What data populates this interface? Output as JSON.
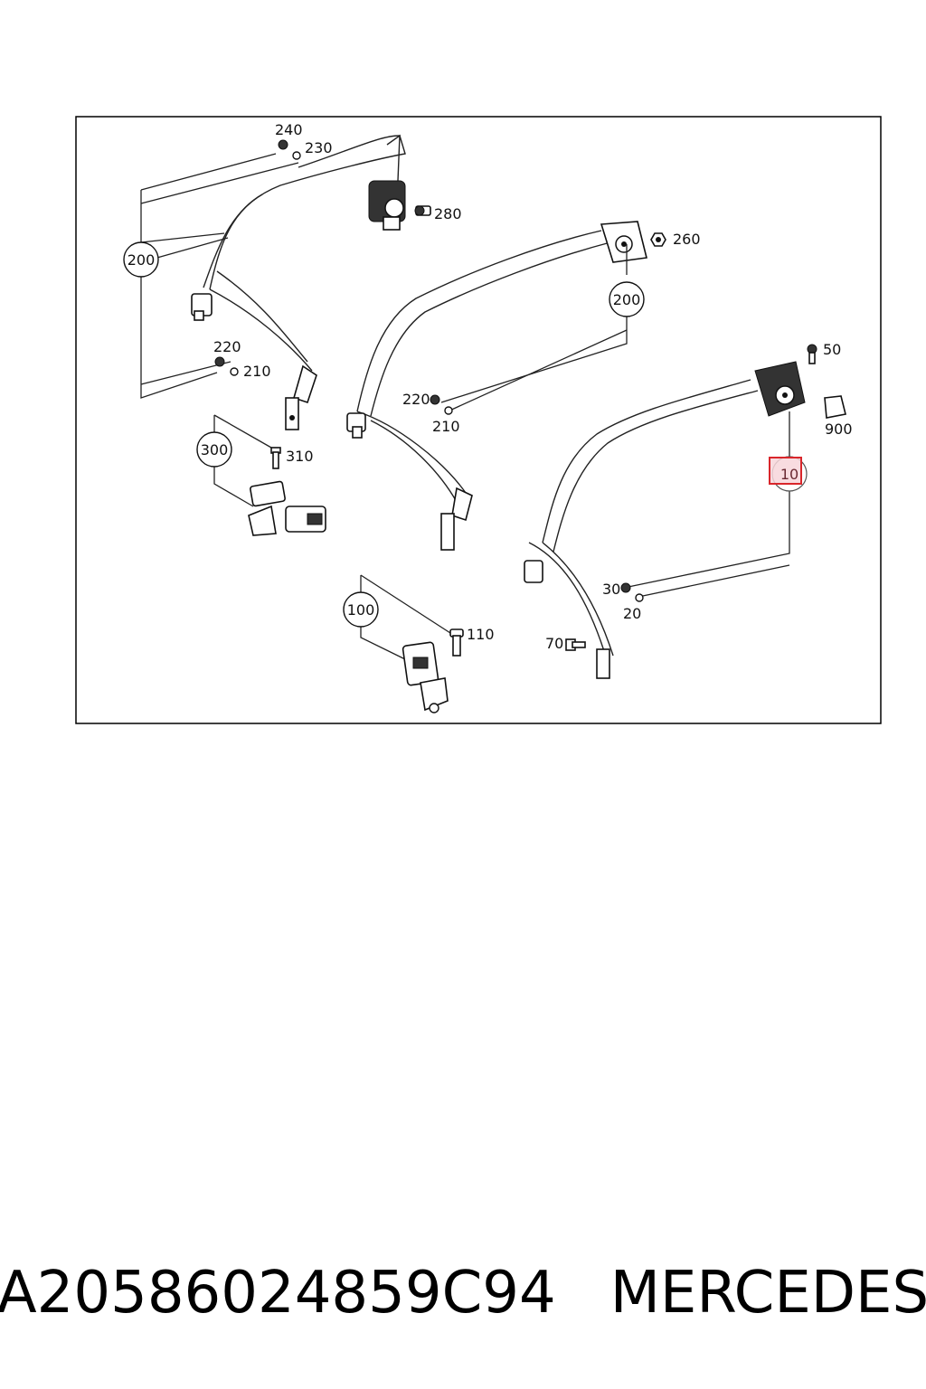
{
  "diagram": {
    "labels": {
      "l240": "240",
      "l230": "230",
      "l280": "280",
      "l200a": "200",
      "l260": "260",
      "l200b": "200",
      "l220a": "220",
      "l210a": "210",
      "l220b": "220",
      "l210b": "210",
      "l300": "300",
      "l310": "310",
      "l50": "50",
      "l900": "900",
      "l10": "10",
      "l30": "30",
      "l20": "20",
      "l100": "100",
      "l110": "110",
      "l70": "70"
    },
    "colors": {
      "frame": "#000000",
      "highlight_stroke": "#d9262b",
      "highlight_fill": "#f7d6da"
    },
    "highlighted_item": "10"
  },
  "footer": {
    "part_number": "A20586024859C94",
    "brand": "MERCEDES"
  }
}
